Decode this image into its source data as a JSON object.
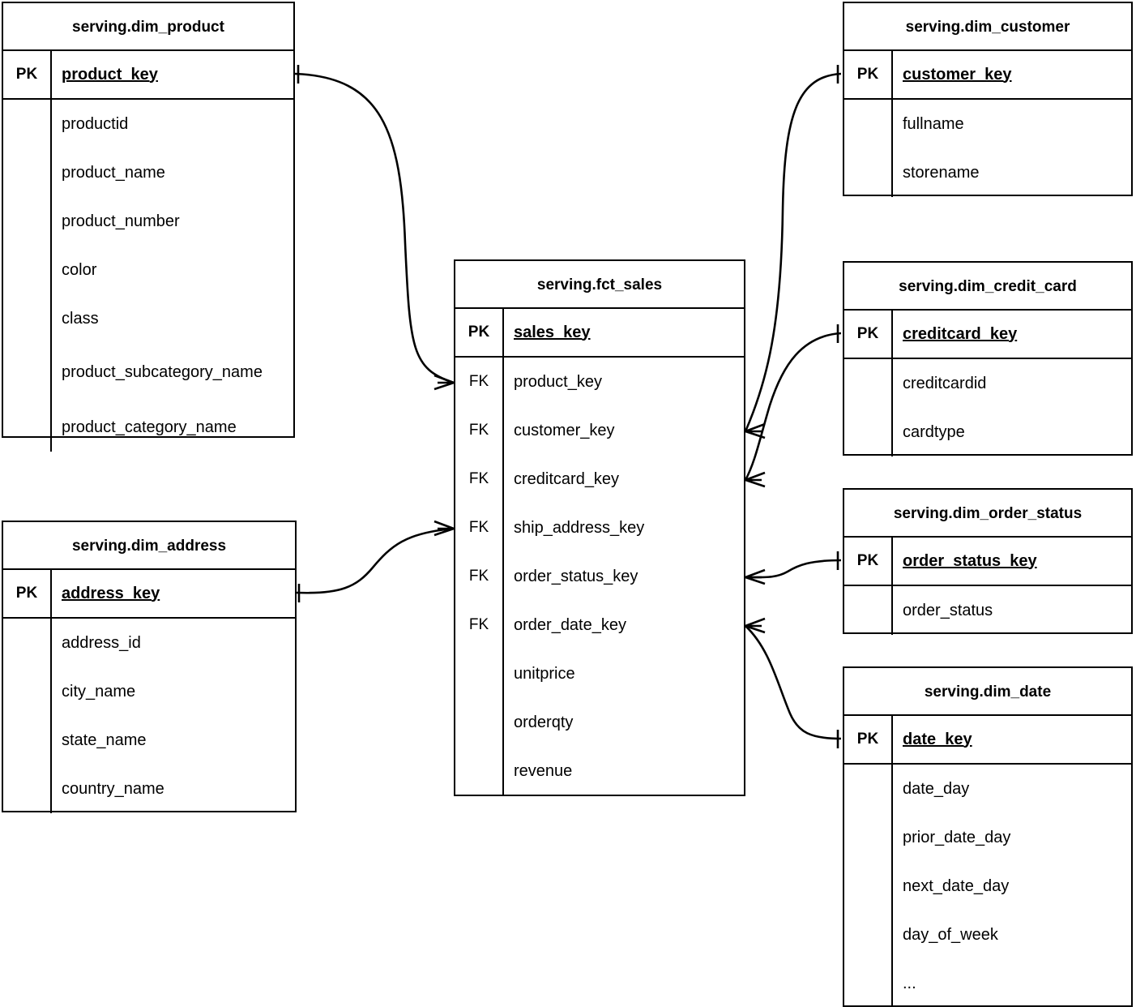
{
  "diagram": {
    "title": "Star schema ER diagram",
    "notation": "crow's foot",
    "background_color": "#ffffff",
    "line_color": "#000000"
  },
  "labels": {
    "pk": "PK",
    "fk": "FK"
  },
  "entities": [
    {
      "id": "dim_product",
      "name": "serving.dim_product",
      "pk": "product_key",
      "attributes": [
        "productid",
        "product_name",
        "product_number",
        "color",
        "class",
        "product_subcategory_name",
        "product_category_name"
      ]
    },
    {
      "id": "dim_address",
      "name": "serving.dim_address",
      "pk": "address_key",
      "attributes": [
        "address_id",
        "city_name",
        "state_name",
        "country_name"
      ]
    },
    {
      "id": "fct_sales",
      "name": "serving.fct_sales",
      "pk": "sales_key",
      "foreign_keys": [
        "product_key",
        "customer_key",
        "creditcard_key",
        "ship_address_key",
        "order_status_key",
        "order_date_key"
      ],
      "measures": [
        "unitprice",
        "orderqty",
        "revenue"
      ]
    },
    {
      "id": "dim_customer",
      "name": "serving.dim_customer",
      "pk": "customer_key",
      "attributes": [
        "fullname",
        "storename"
      ]
    },
    {
      "id": "dim_credit_card",
      "name": "serving.dim_credit_card",
      "pk": "creditcard_key",
      "attributes": [
        "creditcardid",
        "cardtype"
      ]
    },
    {
      "id": "dim_order_status",
      "name": "serving.dim_order_status",
      "pk": "order_status_key",
      "attributes": [
        "order_status"
      ]
    },
    {
      "id": "dim_date",
      "name": "serving.dim_date",
      "pk": "date_key",
      "attributes": [
        "date_day",
        "prior_date_day",
        "next_date_day",
        "day_of_week",
        "..."
      ]
    }
  ],
  "relationships": [
    {
      "from": "dim_product",
      "from_field": "product_key",
      "to": "fct_sales",
      "to_field": "product_key",
      "from_cardinality": "one",
      "to_cardinality": "many"
    },
    {
      "from": "dim_address",
      "from_field": "address_key",
      "to": "fct_sales",
      "to_field": "ship_address_key",
      "from_cardinality": "one",
      "to_cardinality": "many"
    },
    {
      "from": "dim_customer",
      "from_field": "customer_key",
      "to": "fct_sales",
      "to_field": "customer_key",
      "from_cardinality": "one",
      "to_cardinality": "many"
    },
    {
      "from": "dim_credit_card",
      "from_field": "creditcard_key",
      "to": "fct_sales",
      "to_field": "creditcard_key",
      "from_cardinality": "one",
      "to_cardinality": "many"
    },
    {
      "from": "dim_order_status",
      "from_field": "order_status_key",
      "to": "fct_sales",
      "to_field": "order_status_key",
      "from_cardinality": "one",
      "to_cardinality": "many"
    },
    {
      "from": "dim_date",
      "from_field": "date_key",
      "to": "fct_sales",
      "to_field": "order_date_key",
      "from_cardinality": "one",
      "to_cardinality": "many"
    }
  ]
}
